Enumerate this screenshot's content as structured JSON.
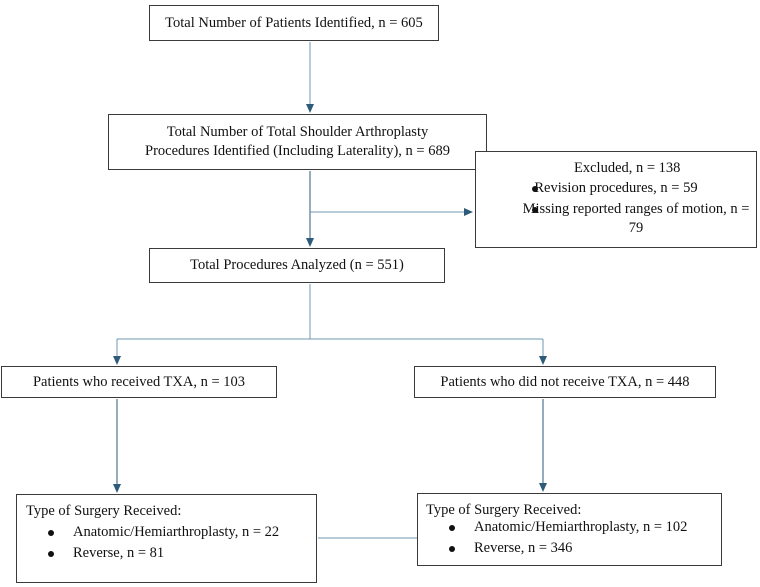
{
  "diagram": {
    "top": {
      "total_patients": "Total Number of Patients Identified, n = 605"
    },
    "procedures": {
      "line1": "Total Number of Total Shoulder Arthroplasty",
      "line2": "Procedures Identified (Including Laterality), n = 689"
    },
    "excluded": {
      "title": "Excluded, n = 138",
      "items": [
        "Revision procedures, n = 59",
        "Missing reported ranges of motion, n = 79"
      ]
    },
    "analyzed": "Total Procedures Analyzed (n = 551)",
    "txa": {
      "received": "Patients who received TXA, n = 103",
      "not_received": "Patients who did not receive TXA, n = 448"
    },
    "surgery_txa": {
      "title": "Type of Surgery Received:",
      "items": [
        "Anatomic/Hemiarthroplasty, n = 22",
        "Reverse, n = 81"
      ]
    },
    "surgery_no_txa": {
      "title": "Type of Surgery Received:",
      "items": [
        "Anatomic/Hemiarthroplasty, n = 102",
        "Reverse, n = 346"
      ]
    }
  },
  "colors": {
    "arrow": "#2e5b7a",
    "connector": "#6f97b3",
    "border": "#3a3a3a"
  }
}
